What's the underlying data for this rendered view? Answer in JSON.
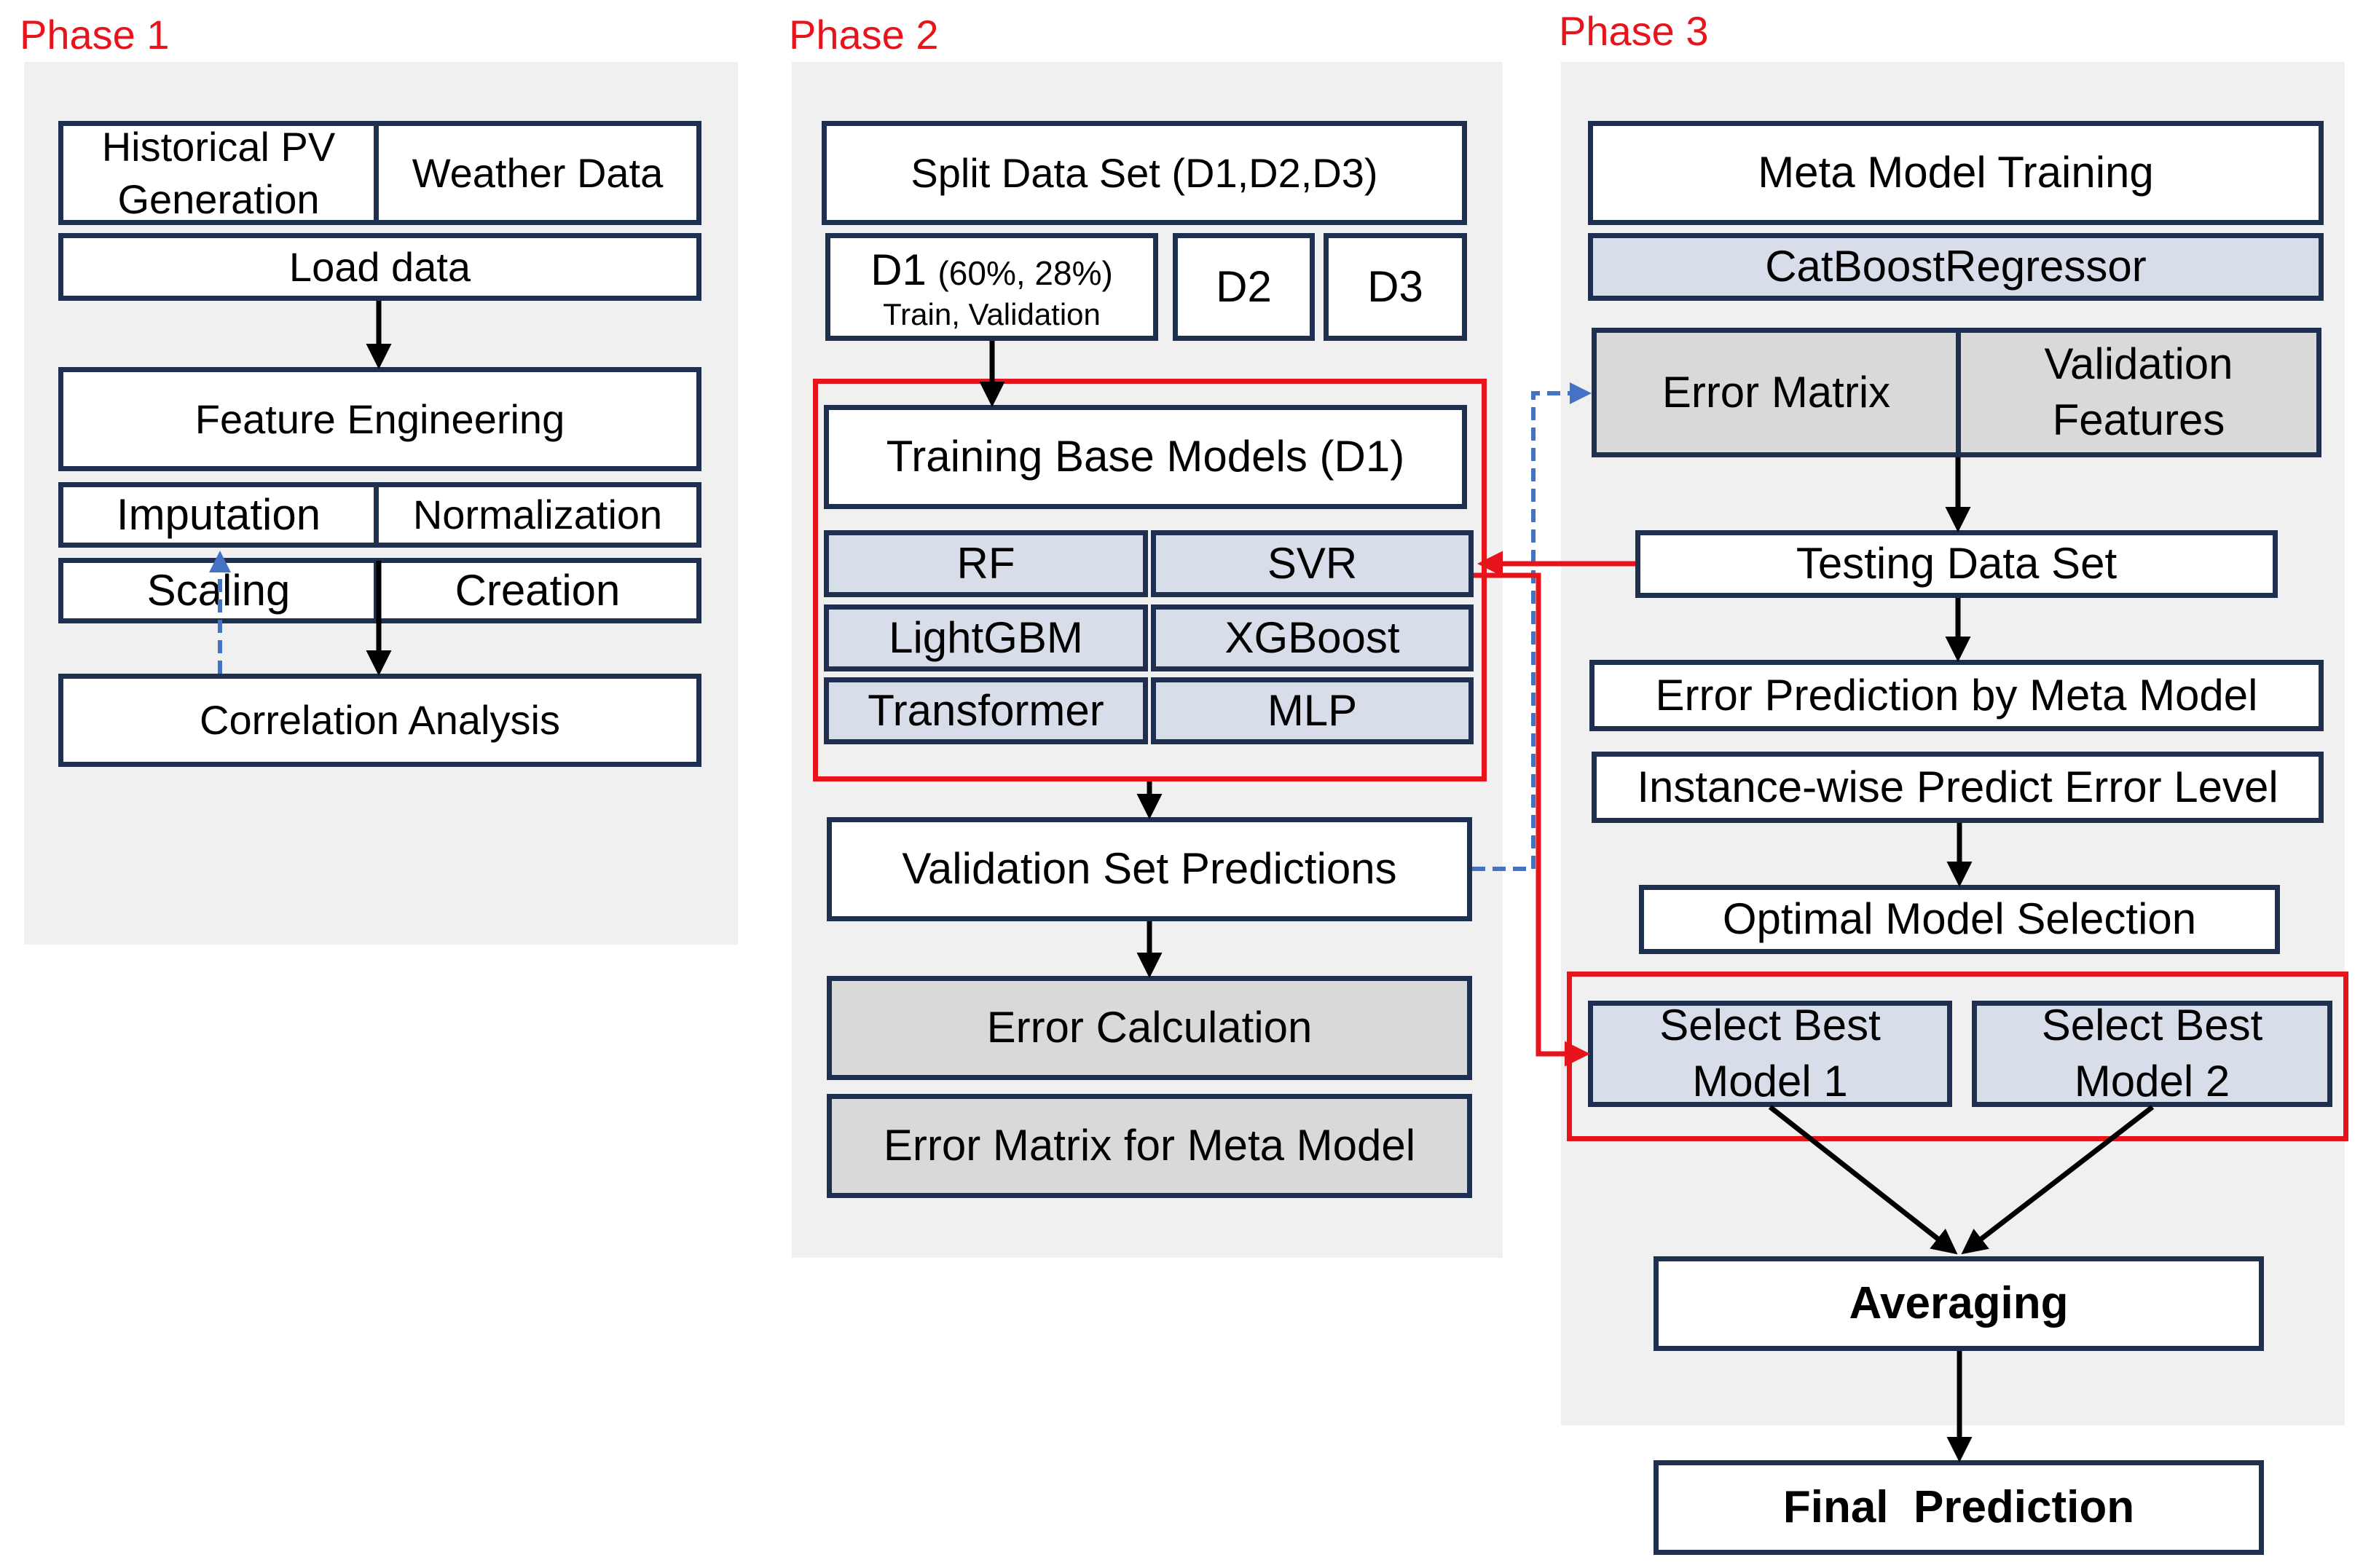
{
  "phase1": {
    "title": "Phase 1",
    "historical_pv": "Historical PV Generation",
    "weather_data": "Weather Data",
    "load_data": "Load data",
    "feature_engineering": "Feature Engineering",
    "imputation": "Imputation",
    "normalization": "Normalization",
    "scaling": "Scaling",
    "creation": "Creation",
    "correlation_analysis": "Correlation Analysis"
  },
  "phase2": {
    "title": "Phase 2",
    "split_data": "Split Data Set (D1,D2,D3)",
    "d1": "D1",
    "d1_pct": "(60%, 28%)",
    "d1_sub": "Train, Validation",
    "d2": "D2",
    "d3": "D3",
    "training_base": "Training Base Models (D1)",
    "models": [
      "RF",
      "SVR",
      "LightGBM",
      "XGBoost",
      "Transformer",
      "MLP"
    ],
    "validation_predictions": "Validation Set Predictions",
    "error_calculation": "Error Calculation",
    "error_matrix_meta": "Error Matrix for Meta Model"
  },
  "phase3": {
    "title": "Phase 3",
    "meta_training": "Meta Model Training",
    "catboost": "CatBoostRegressor",
    "error_matrix": "Error Matrix",
    "validation_features": "Validation Features",
    "testing_data": "Testing Data Set",
    "error_prediction": "Error Prediction by Meta Model",
    "instance_wise": "Instance-wise Predict Error Level",
    "optimal_selection": "Optimal Model Selection",
    "select_best_1": "Select Best Model 1",
    "select_best_2": "Select Best Model 2",
    "averaging": "Averaging",
    "final_prediction": "Final  Prediction"
  },
  "colors": {
    "phase_title": "#e8141b",
    "box_border": "#1f2f4f",
    "box_blue": "#d7dde9",
    "box_grey": "#d9d9d9",
    "phase_bg": "#f0f0f0",
    "dashed_arrow": "#4472c4"
  }
}
